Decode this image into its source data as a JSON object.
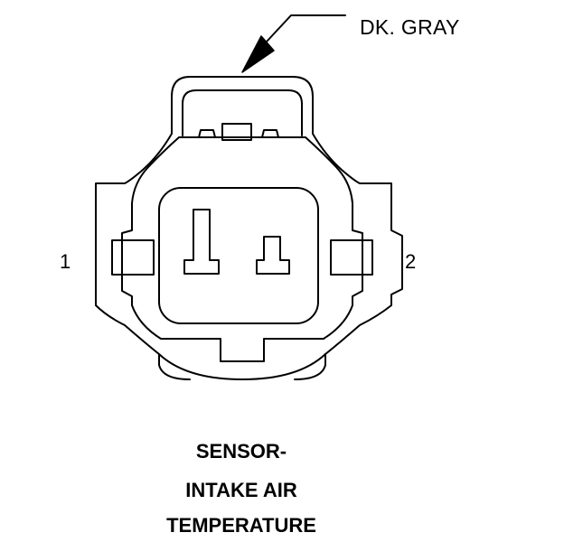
{
  "diagram": {
    "wire_color_label": "DK. GRAY",
    "pin_labels": [
      "1",
      "2"
    ],
    "title_lines": [
      "SENSOR-",
      "INTAKE AIR",
      "TEMPERATURE"
    ]
  }
}
